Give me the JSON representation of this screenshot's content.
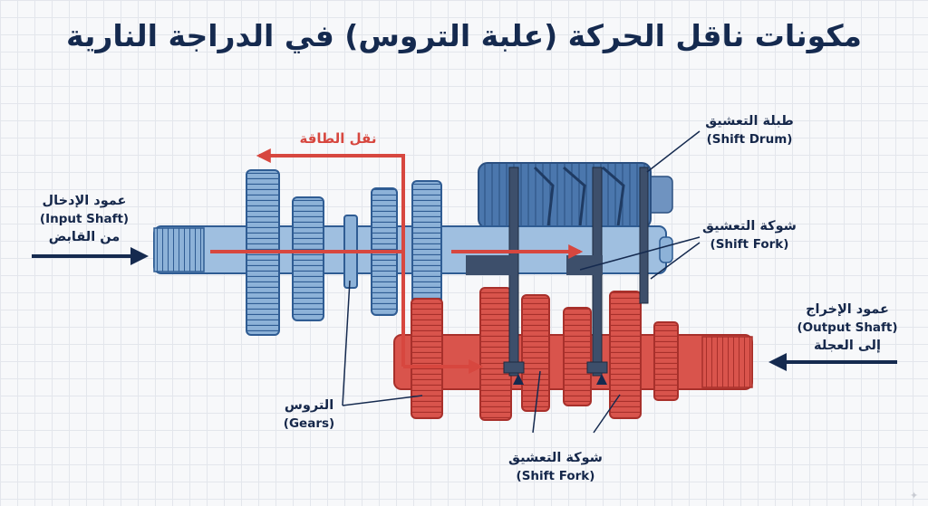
{
  "title": "مكونات ناقل الحركة (علبة التروس) في الدراجة النارية",
  "labels": {
    "input_shaft": {
      "ar": "عمود الإدخال",
      "en": "(Input Shaft)",
      "note": "من القابض"
    },
    "output_shaft": {
      "ar": "عمود الإخراج",
      "en": "(Output Shaft)",
      "note": "إلى العجلة"
    },
    "shift_drum": {
      "ar": "طبلة التعشيق",
      "en": "(Shift Drum)"
    },
    "shift_fork_right": {
      "ar": "شوكة التعشيق",
      "en": "(Shift Fork)"
    },
    "shift_fork_bottom": {
      "ar": "شوكة التعشيق",
      "en": "(Shift Fork)"
    },
    "gears": {
      "ar": "التروس",
      "en": "(Gears)"
    },
    "power_flow": {
      "ar": "نقل الطاقة"
    }
  },
  "icons": {
    "watermark": "sparkle-icon"
  },
  "colors": {
    "blue_shaft": "#8db2d8",
    "blue_dark": "#2f5c93",
    "drum_blue": "#4b77ad",
    "red_shaft": "#d9544c",
    "red_dark": "#a8302b",
    "fork_gray": "#3d4f6b",
    "arrow_red": "#d7473f",
    "navy": "#152a4f"
  }
}
